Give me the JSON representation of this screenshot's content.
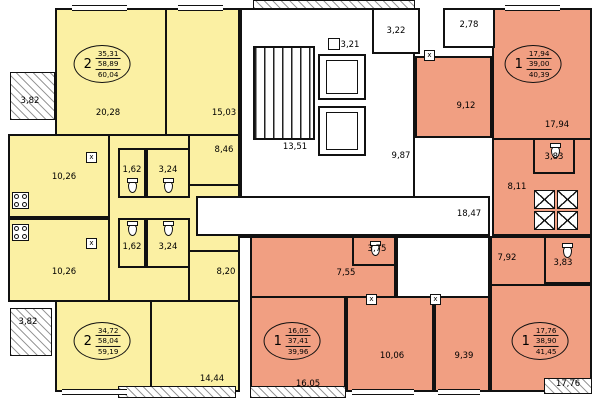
{
  "meta": {
    "type": "apartment-floor-plan"
  },
  "colors": {
    "apartment_yellow": "#fbf0a3",
    "apartment_salmon": "#f19f82",
    "wall": "#111111",
    "background": "#ffffff"
  },
  "vent": "х",
  "apartments": {
    "top_left": {
      "rooms": "2",
      "living": "35,31",
      "area": "58,89",
      "total": "60,04"
    },
    "bottom_left": {
      "rooms": "2",
      "living": "34,72",
      "area": "58,04",
      "total": "59,19"
    },
    "top_right": {
      "rooms": "1",
      "living": "17,94",
      "area": "39,00",
      "total": "40,39"
    },
    "bottom_center": {
      "rooms": "1",
      "living": "16,05",
      "area": "37,41",
      "total": "39,96"
    },
    "bottom_right": {
      "rooms": "1",
      "living": "17,76",
      "area": "38,90",
      "total": "41,45"
    }
  },
  "rooms": {
    "tl_balcony": "3,82",
    "tl_living": "20,28",
    "tl_bedroom": "15,03",
    "hall_top": "8,46",
    "kitchen_top": "10,26",
    "wc_top": "1,62",
    "bath_top": "3,24",
    "wc_bottom": "1,62",
    "bath_bottom": "3,24",
    "kitchen_bottom": "10,26",
    "hall_bottom": "8,20",
    "bl_balcony": "3,82",
    "bl_bedroom": "14,44",
    "stairs": "13,51",
    "lift_lobby": "3,21",
    "shaft": "3,22",
    "tr_entry": "2,78",
    "core_hall": "9,87",
    "corridor": "18,47",
    "tr_kitchen": "9,12",
    "tr_living": "17,94",
    "tr_bath": "3,83",
    "tr_hall": "8,11",
    "bc_bath": "3,75",
    "bc_hall": "7,55",
    "br_hall": "7,92",
    "br_bath": "3,83",
    "bc_living": "16,05",
    "bc_kitchen": "10,06",
    "bc_bedroom": "9,39",
    "br_living": "17,76"
  }
}
